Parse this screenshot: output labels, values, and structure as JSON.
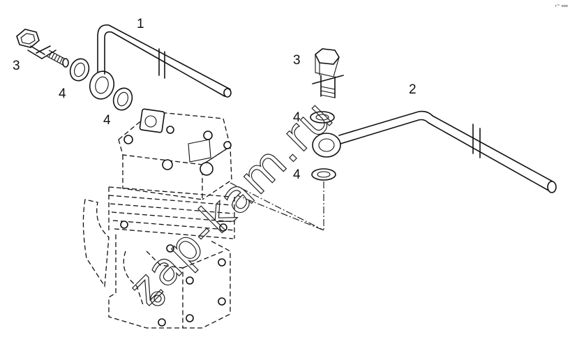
{
  "callouts": [
    {
      "id": "c1",
      "text": "1"
    },
    {
      "id": "c2",
      "text": "2"
    },
    {
      "id": "c3a",
      "text": "3"
    },
    {
      "id": "c3b",
      "text": "3"
    },
    {
      "id": "c4a",
      "text": "4"
    },
    {
      "id": "c4b",
      "text": "4"
    },
    {
      "id": "c4c",
      "text": "4"
    },
    {
      "id": "c4d",
      "text": "4"
    }
  ],
  "watermark": "zap-kam.ru",
  "corner_mark": "r™ ooo",
  "colors": {
    "line": "#111111",
    "background": "#ffffff"
  }
}
